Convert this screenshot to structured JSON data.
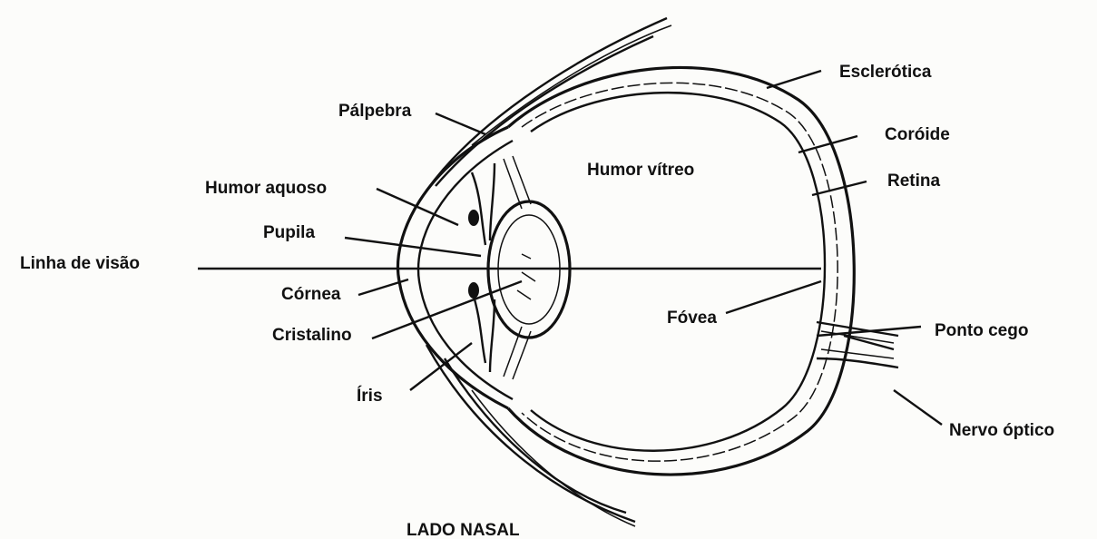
{
  "diagram": {
    "labels": {
      "esclerotica": "Esclerótica",
      "palpebra": "Pálpebra",
      "coroide": "Coróide",
      "humor_vitreo": "Humor vítreo",
      "retina": "Retina",
      "humor_aquoso": "Humor aquoso",
      "pupila": "Pupila",
      "linha_visao": "Linha de visão",
      "cornea": "Córnea",
      "fovea": "Fóvea",
      "ponto_cego": "Ponto cego",
      "cristalino": "Cristalino",
      "iris": "Íris",
      "nervo_optico": "Nervo óptico",
      "lado_nasal": "LADO NASAL"
    },
    "colors": {
      "ink": "#111111",
      "paper": "#fcfcfa"
    }
  }
}
